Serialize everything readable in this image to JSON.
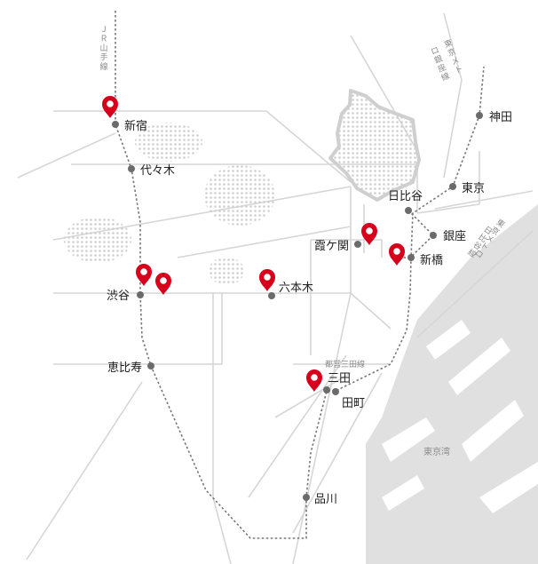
{
  "lines": {
    "jr_yamanote": "ＪＲ山手線",
    "metro_ginza": "東京メトロ銀座線",
    "metro_hibiya": "東京メトロ日比谷線",
    "toei_mita": "都営三田線"
  },
  "water_label": "東京湾",
  "stations": [
    {
      "id": "shinjuku",
      "label": "新宿"
    },
    {
      "id": "yoyogi",
      "label": "代々木"
    },
    {
      "id": "shibuya",
      "label": "渋谷"
    },
    {
      "id": "ebisu",
      "label": "恵比寿"
    },
    {
      "id": "roppongi",
      "label": "六本木"
    },
    {
      "id": "kasumigaseki",
      "label": "霞ケ関"
    },
    {
      "id": "hibiya",
      "label": "日比谷"
    },
    {
      "id": "ginza",
      "label": "銀座"
    },
    {
      "id": "shimbashi",
      "label": "新橋"
    },
    {
      "id": "tokyo",
      "label": "東京"
    },
    {
      "id": "kanda",
      "label": "神田"
    },
    {
      "id": "mita",
      "label": "三田"
    },
    {
      "id": "tamachi",
      "label": "田町"
    },
    {
      "id": "shinagawa",
      "label": "品川"
    }
  ],
  "colors": {
    "pin": "#d7001c",
    "station": "#6b6b6b",
    "rail": "#777777",
    "road": "#d6d6d6",
    "water": "#e0e0e0",
    "palace_outline": "#cfcfcf"
  },
  "pins": [
    {
      "name": "pin-shinjuku"
    },
    {
      "name": "pin-shibuya-1"
    },
    {
      "name": "pin-shibuya-2"
    },
    {
      "name": "pin-roppongi"
    },
    {
      "name": "pin-kasumigaseki"
    },
    {
      "name": "pin-shimbashi"
    },
    {
      "name": "pin-mita"
    }
  ]
}
